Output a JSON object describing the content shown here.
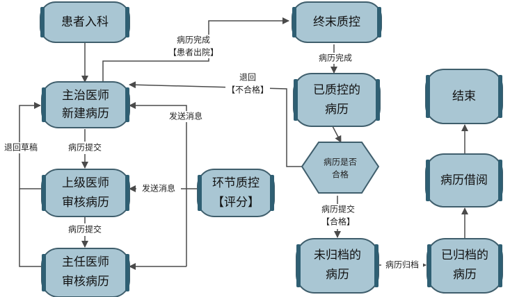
{
  "nodes": {
    "patient_admit": "患者入科",
    "final_qc": "终末质控",
    "attending_new_line1": "主治医师",
    "attending_new_line2": "新建病历",
    "qc_done_line1": "已质控的",
    "qc_done_line2": "病历",
    "end": "结束",
    "superior_review_line1": "上级医师",
    "superior_review_line2": "审核病历",
    "stage_qc_line1": "环节质控",
    "stage_qc_line2": "【评分】",
    "decision_line1": "病历是否",
    "decision_line2": "合格",
    "borrow": "病历借阅",
    "director_review_line1": "主任医师",
    "director_review_line2": "审核病历",
    "unarchived_line1": "未归档的",
    "unarchived_line2": "病历",
    "archived_line1": "已归档的",
    "archived_line2": "病历"
  },
  "edge_labels": {
    "complete_line1": "病历完成",
    "complete_line2": "【患者出院】",
    "final_to_qc": "病历完成",
    "return_line1": "退回",
    "return_line2": "【不合格】",
    "send_msg_right": "发送消息",
    "return_draft": "退回草稿",
    "submit_1": "病历提交",
    "send_msg_left": "发送消息",
    "submit_2": "病历提交",
    "pass_line1": "病历提交",
    "pass_line2": "【合格】",
    "archive": "病历归档"
  }
}
